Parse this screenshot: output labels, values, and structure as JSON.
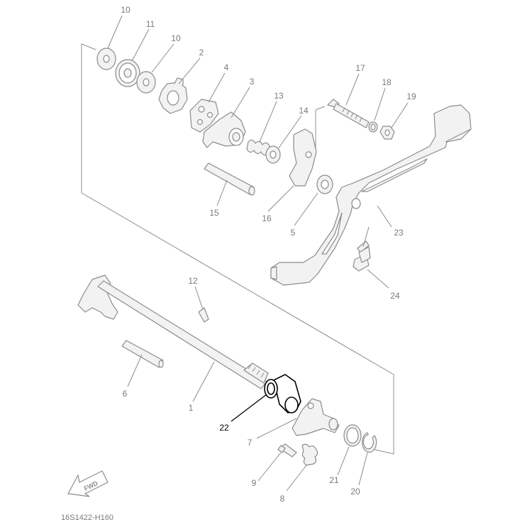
{
  "diagram": {
    "code": "16S1422-H160",
    "fwd_label": "FWD",
    "highlighted_part": "22",
    "colors": {
      "line": "#8c8c8c",
      "highlight": "#000000",
      "label": "#7a7a7a"
    },
    "labels": {
      "p10a": "10",
      "p11": "11",
      "p10b": "10",
      "p2": "2",
      "p4": "4",
      "p3": "3",
      "p13": "13",
      "p14": "14",
      "p17": "17",
      "p18": "18",
      "p19": "19",
      "p15": "15",
      "p16": "16",
      "p5": "5",
      "p23": "23",
      "p24": "24",
      "p12": "12",
      "p6": "6",
      "p1": "1",
      "p22": "22",
      "p7": "7",
      "p9": "9",
      "p8": "8",
      "p21": "21",
      "p20": "20"
    }
  }
}
